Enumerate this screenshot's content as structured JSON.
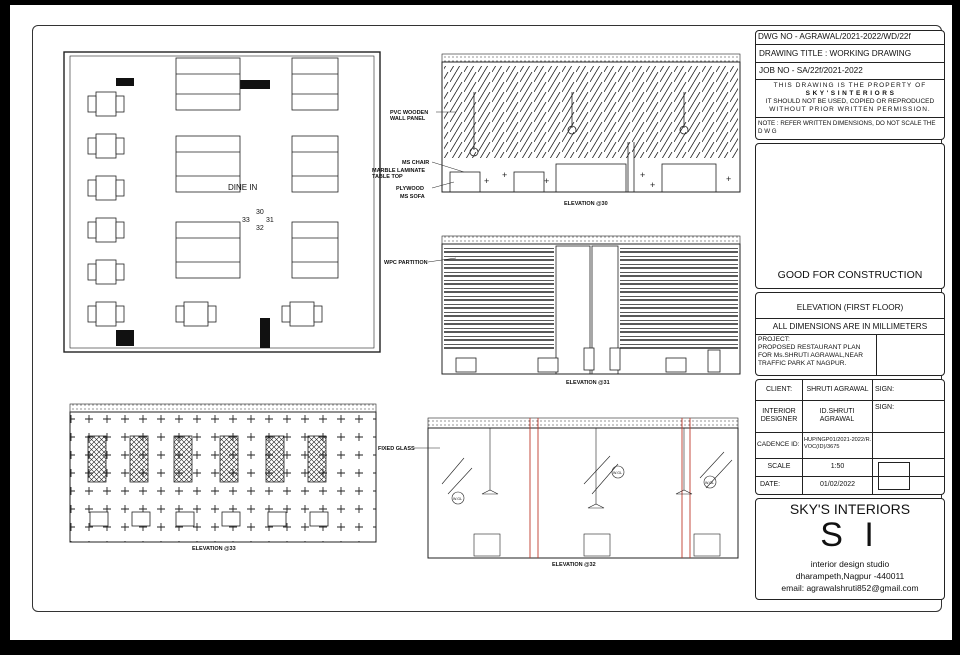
{
  "drawing": {
    "plan_label": "DINE IN",
    "plan_marks": [
      "30",
      "33",
      "31",
      "32"
    ],
    "elevations": {
      "e30": {
        "caption": "ELEVATION @30",
        "labels": [
          "PVC WOODEN\nWALL PANEL",
          "MS CHAIR",
          "MARBLE LAMINATE\nTABLE TOP",
          "PLYWOOD",
          "MS SOFA"
        ]
      },
      "e31": {
        "caption": "ELEVATION @31",
        "labels": [
          "WPC PARTITION"
        ]
      },
      "e33": {
        "caption": "ELEVATION @33"
      },
      "e32": {
        "caption": "ELEVATION @32",
        "labels": [
          "FIXED GLASS"
        ],
        "glass_marks": [
          "W.GL",
          "W.GL",
          "W.GL"
        ]
      }
    }
  },
  "title_block": {
    "dwg_no": "DWG NO - AGRAWAL/2021-2022/WD/22f",
    "drawing_title": "DRAWING TITLE :  WORKING DRAWING",
    "job_no": "JOB NO - SA/22f/2021-2022",
    "property_note_1": "THIS DRAWING IS THE PROPERTY OF",
    "property_note_2": "S K Y ' S   I N T E R I O R S",
    "property_note_3": "IT SHOULD NOT BE USED, COPIED OR REPRODUCED",
    "property_note_4": "WITHOUT PRIOR WRITTEN PERMISSION.",
    "note": "NOTE : REFER WRITTEN DIMENSIONS, DO NOT SCALE THE",
    "note_2": "D                    W                      G",
    "status": "GOOD FOR CONSTRUCTION",
    "sheet_title": "ELEVATION (FIRST FLOOR)",
    "dimensions_note": "ALL DIMENSIONS ARE IN MILLIMETERS",
    "project_label": "PROJECT:",
    "project_text": "PROPOSED RESTAURANT PLAN FOR Ms.SHRUTI AGRAWAL,NEAR TRAFFIC PARK AT NAGPUR.",
    "client_label": "CLIENT:",
    "client_value": "SHRUTI AGRAWAL",
    "sign_label_1": "SIGN:",
    "designer_label": "INTERIOR DESIGNER",
    "designer_value": "ID.SHRUTI AGRAWAL",
    "sign_label_2": "SIGN:",
    "cadence_label": "CADENCE ID:",
    "cadence_value": "HUP/NGP01/2021-2022/R.VOC(ID)/3675",
    "scale_label": "SCALE",
    "scale_value": "1:50",
    "date_label": "DATE:",
    "date_value": "01/02/2022",
    "firm_name": "SKY'S INTERIORS",
    "logo_letters": "S I",
    "firm_tagline": "interior design studio",
    "firm_address": "dharampeth,Nagpur -440011",
    "firm_email": "email: agrawalshruti852@gmail.com"
  }
}
